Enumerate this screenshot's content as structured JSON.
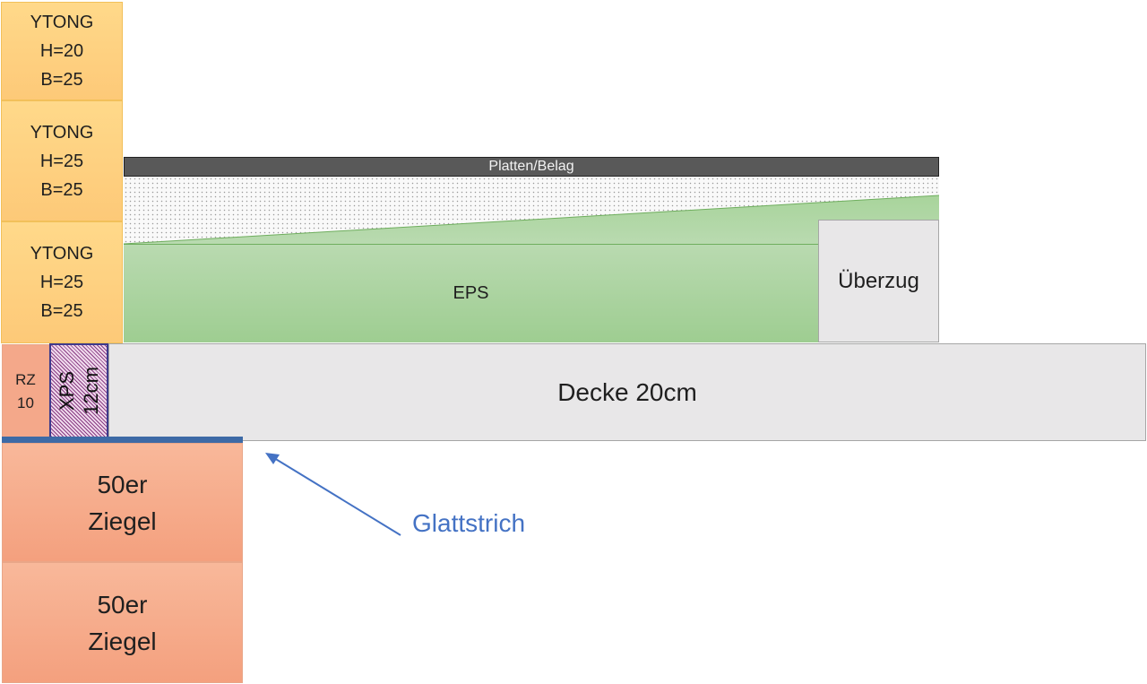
{
  "ytong": [
    {
      "lines": [
        "YTONG",
        "H=20",
        "B=25"
      ]
    },
    {
      "lines": [
        "YTONG",
        "H=25",
        "B=25"
      ]
    },
    {
      "lines": [
        "YTONG",
        "H=25",
        "B=25"
      ]
    }
  ],
  "platten_belag": "Platten/Belag",
  "eps": "EPS",
  "uberzug": "Überzug",
  "rz": [
    "RZ",
    "10"
  ],
  "xps": [
    "XPS",
    "12cm"
  ],
  "decke": "Decke 20cm",
  "ziegel": [
    {
      "lines": [
        "50er",
        "Ziegel"
      ]
    },
    {
      "lines": [
        "50er",
        "Ziegel"
      ]
    }
  ],
  "glattstrich": "Glattstrich",
  "colors": {
    "ytong": "#fdd284",
    "ziegel": "#f6ab8b",
    "eps": "#a9d49d",
    "decke": "#e8e7e8",
    "belag": "#595959",
    "glattstrich_line": "#3d6aa6",
    "label_blue": "#4472c4"
  }
}
